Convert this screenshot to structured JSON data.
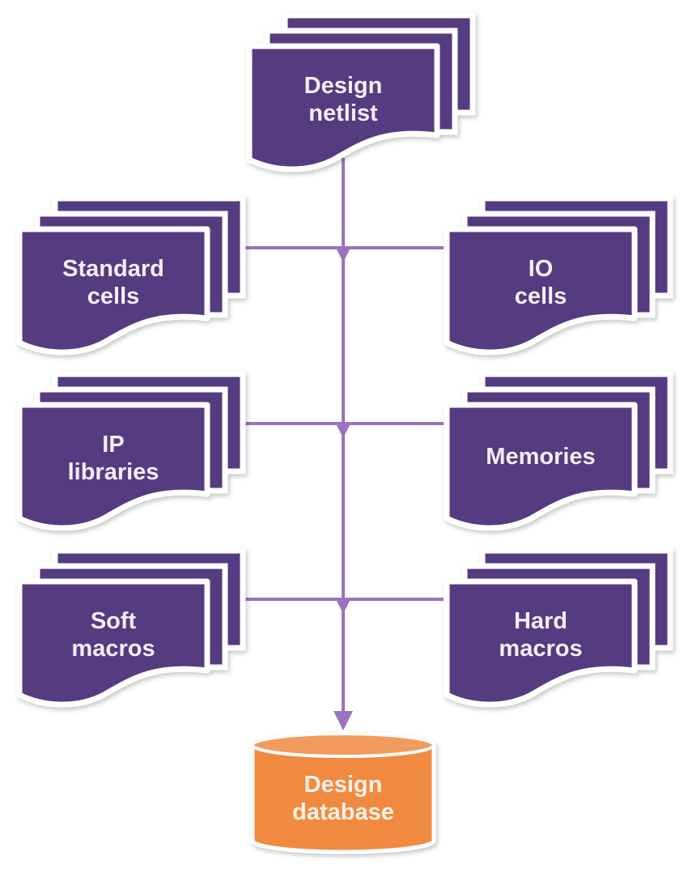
{
  "colors": {
    "document_fill": "#553a7f",
    "document_border": "#ffffff",
    "connector": "#9b72bf",
    "database_fill": "#f08a40",
    "database_top": "#f29b5b",
    "background": "#ffffff"
  },
  "nodes": {
    "source": {
      "id": "design-netlist",
      "kind": "document-stack",
      "lines": [
        "Design",
        "netlist"
      ]
    },
    "inputs": [
      {
        "id": "standard-cells",
        "side": "left",
        "row": 0,
        "lines": [
          "Standard",
          "cells"
        ]
      },
      {
        "id": "io-cells",
        "side": "right",
        "row": 0,
        "lines": [
          "IO",
          "cells"
        ]
      },
      {
        "id": "ip-libraries",
        "side": "left",
        "row": 1,
        "lines": [
          "IP",
          "libraries"
        ]
      },
      {
        "id": "memories",
        "side": "right",
        "row": 1,
        "lines": [
          "Memories"
        ]
      },
      {
        "id": "soft-macros",
        "side": "left",
        "row": 2,
        "lines": [
          "Soft",
          "macros"
        ]
      },
      {
        "id": "hard-macros",
        "side": "right",
        "row": 2,
        "lines": [
          "Hard",
          "macros"
        ]
      }
    ],
    "target": {
      "id": "design-database",
      "kind": "database",
      "lines": [
        "Design",
        "database"
      ]
    }
  },
  "edges": [
    {
      "from": "design-netlist",
      "to": "design-database"
    },
    {
      "from": "standard-cells",
      "to": "design-database"
    },
    {
      "from": "io-cells",
      "to": "design-database"
    },
    {
      "from": "ip-libraries",
      "to": "design-database"
    },
    {
      "from": "memories",
      "to": "design-database"
    },
    {
      "from": "soft-macros",
      "to": "design-database"
    },
    {
      "from": "hard-macros",
      "to": "design-database"
    }
  ]
}
